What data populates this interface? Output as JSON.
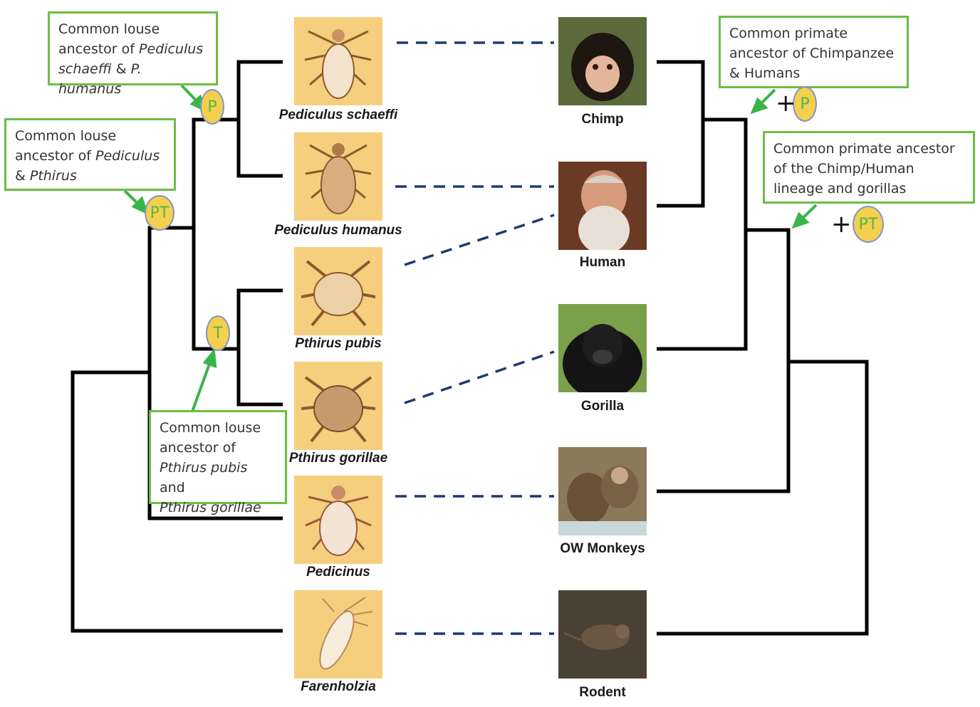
{
  "callouts": {
    "pediculus_ancestor": {
      "l1": "Common louse",
      "l2a": "ancestor of ",
      "l2b": "Pediculus",
      "l3a": "schaeffi",
      "l3b": " & ",
      "l3c": "P. humanus"
    },
    "pediculus_pthirus_ancestor": {
      "l1": "Common louse",
      "l2a": "ancestor of ",
      "l2b": "Pediculus",
      "l3a": "& ",
      "l3b": "Pthirus"
    },
    "pthirus_ancestor": {
      "l1": "Common louse",
      "l2": "ancestor of",
      "l3a": "Pthirus pubis",
      "l3b": " and",
      "l4": "Pthirus gorillae"
    },
    "chimp_human_ancestor": {
      "l1": "Common primate",
      "l2": "ancestor of Chimpanzee",
      "l3": "& Humans"
    },
    "chimp_human_gorilla_ancestor": {
      "l1": "Common primate ancestor",
      "l2": "of the Chimp/Human",
      "l3": "lineage and gorillas"
    }
  },
  "badges": {
    "p": "P",
    "pt": "PT",
    "t": "T",
    "p_right": "P",
    "pt_right": "PT",
    "plus": "+"
  },
  "lice": [
    "Pediculus schaeffi",
    "Pediculus humanus",
    "Pthirus pubis",
    "Pthirus gorillae",
    "Pedicinus",
    "Farenholzia"
  ],
  "hosts": [
    "Chimp",
    "Human",
    "Gorilla",
    "OW Monkeys",
    "Rodent"
  ],
  "colors": {
    "callout_border": "#6cbd45",
    "badge_fill": "#f5cf4e",
    "badge_text": "#54b848",
    "dash": "#1f3a73",
    "tree": "#000000",
    "lice_bg": "#f6cf7e"
  }
}
